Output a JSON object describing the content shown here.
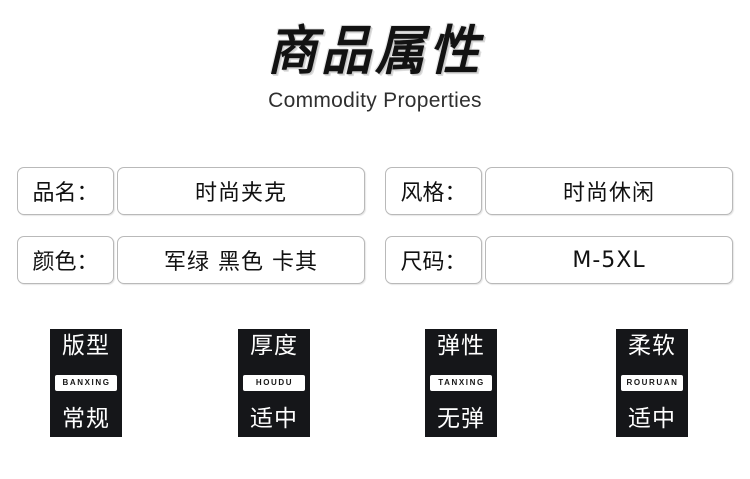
{
  "header": {
    "title": "商品属性",
    "subtitle": "Commodity Properties"
  },
  "attributes": {
    "rows": [
      {
        "left": {
          "label": "品名：",
          "value": "时尚夹克"
        },
        "right": {
          "label": "风格：",
          "value": "时尚休闲"
        }
      },
      {
        "left": {
          "label": "颜色：",
          "value": "军绿 黑色 卡其"
        },
        "right": {
          "label": "尺码：",
          "value": "M-5XL"
        }
      }
    ]
  },
  "badges": [
    {
      "title": "版型",
      "pinyin": "BANXING",
      "value": "常规"
    },
    {
      "title": "厚度",
      "pinyin": "HOUDU",
      "value": "适中"
    },
    {
      "title": "弹性",
      "pinyin": "TANXING",
      "value": "无弹"
    },
    {
      "title": "柔软",
      "pinyin": "ROURUAN",
      "value": "适中"
    }
  ],
  "colors": {
    "badge_background": "#151619",
    "badge_text": "#ffffff",
    "box_border": "#b9b9b9",
    "page_background": "#ffffff",
    "title_text": "#121212",
    "subtitle_text": "#2f2f2f"
  }
}
